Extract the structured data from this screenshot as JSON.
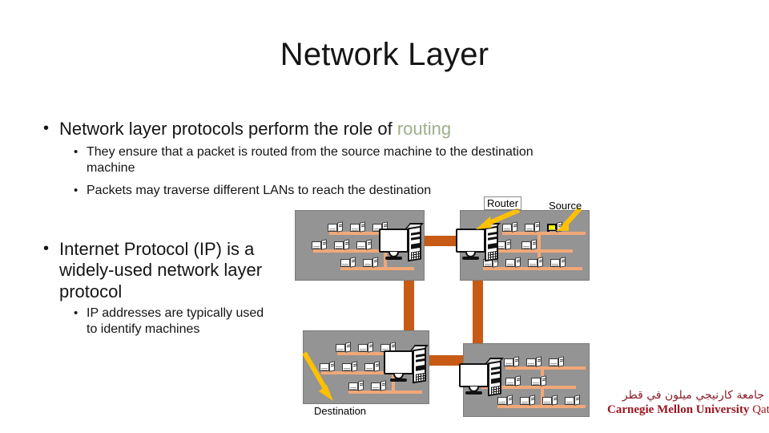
{
  "slide": {
    "title": "Network Layer",
    "background_color": "#ffffff"
  },
  "content": {
    "bullets": [
      {
        "level": 1,
        "marker": "•",
        "text_before": "Network layer protocols perform the role of ",
        "highlight": "routing",
        "highlight_color": "#9fae8c"
      },
      {
        "level": 2,
        "marker": "•",
        "text": "They ensure that a packet is routed from the source machine to the destination machine"
      },
      {
        "level": 2,
        "marker": "•",
        "text": "Packets may traverse different LANs to reach the destination"
      },
      {
        "level": 1,
        "marker": "•",
        "text": "Internet Protocol (IP) is a widely-used network layer protocol"
      },
      {
        "level": 2,
        "marker": "•",
        "text": "IP addresses are typically used to identify machines"
      }
    ]
  },
  "diagram": {
    "type": "network-topology",
    "lan_color": "#949494",
    "trunk_cable_color": "#c75b16",
    "segment_cable_color": "#f0a878",
    "callout_arrow_color": "#ffc000",
    "highlight_color": "#ffff00",
    "labels": [
      {
        "id": "router",
        "text": "Router"
      },
      {
        "id": "source",
        "text": "Source"
      },
      {
        "id": "destination",
        "text": "Destination"
      }
    ],
    "lans": [
      {
        "id": "lan-top-left",
        "router_side": "right",
        "workstations": 8
      },
      {
        "id": "lan-top-right",
        "router_side": "left",
        "workstations": 9,
        "highlighted_host": true
      },
      {
        "id": "lan-bottom-left",
        "router_side": "right",
        "workstations": 8
      },
      {
        "id": "lan-bottom-right",
        "router_side": "left",
        "workstations": 9
      }
    ]
  },
  "logo": {
    "arabic": "جامعة كارنيجي ميلون في قطر",
    "english_bold": "Carnegie Mellon University",
    "english_light": "Qatar",
    "color": "#9c1621"
  }
}
